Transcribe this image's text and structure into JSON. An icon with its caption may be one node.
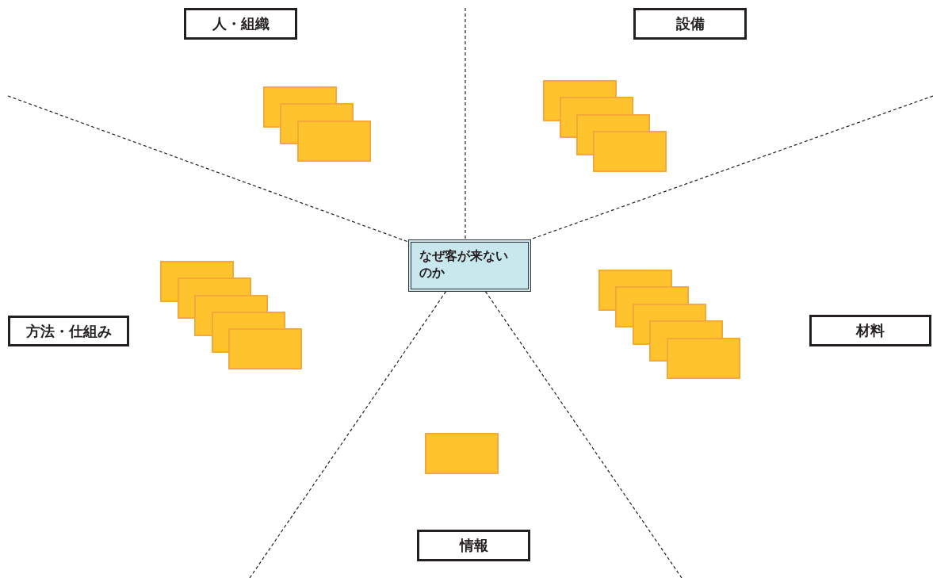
{
  "diagram": {
    "nodes": [
      {
        "text": [
          "人・組織"
        ]
      },
      {
        "text": [
          "設備"
        ]
      },
      {
        "text": [],
        "shape": "box"
      },
      {
        "text": [],
        "shape": "box"
      },
      {
        "text": [],
        "shape": "box"
      },
      {
        "text": [],
        "shape": "box"
      },
      {
        "text": [],
        "shape": "box"
      },
      {
        "text": [],
        "shape": "box"
      },
      {
        "text": [],
        "shape": "box"
      },
      {
        "text": [
          "なぜ客が来ないのか"
        ]
      },
      {
        "text": [],
        "shape": "box"
      },
      {
        "text": [],
        "shape": "box"
      },
      {
        "text": [],
        "shape": "box"
      },
      {
        "text": [],
        "shape": "box"
      },
      {
        "text": [],
        "shape": "box"
      },
      {
        "text": [],
        "shape": "box"
      },
      {
        "text": [],
        "shape": "box"
      },
      {
        "text": [],
        "shape": "box"
      },
      {
        "text": [],
        "shape": "box"
      },
      {
        "text": [],
        "shape": "box"
      },
      {
        "text": [
          "方法・仕組み"
        ]
      },
      {
        "text": [
          "材料"
        ]
      },
      {
        "text": [],
        "shape": "box"
      },
      {
        "text": [
          "情報"
        ]
      }
    ]
  }
}
